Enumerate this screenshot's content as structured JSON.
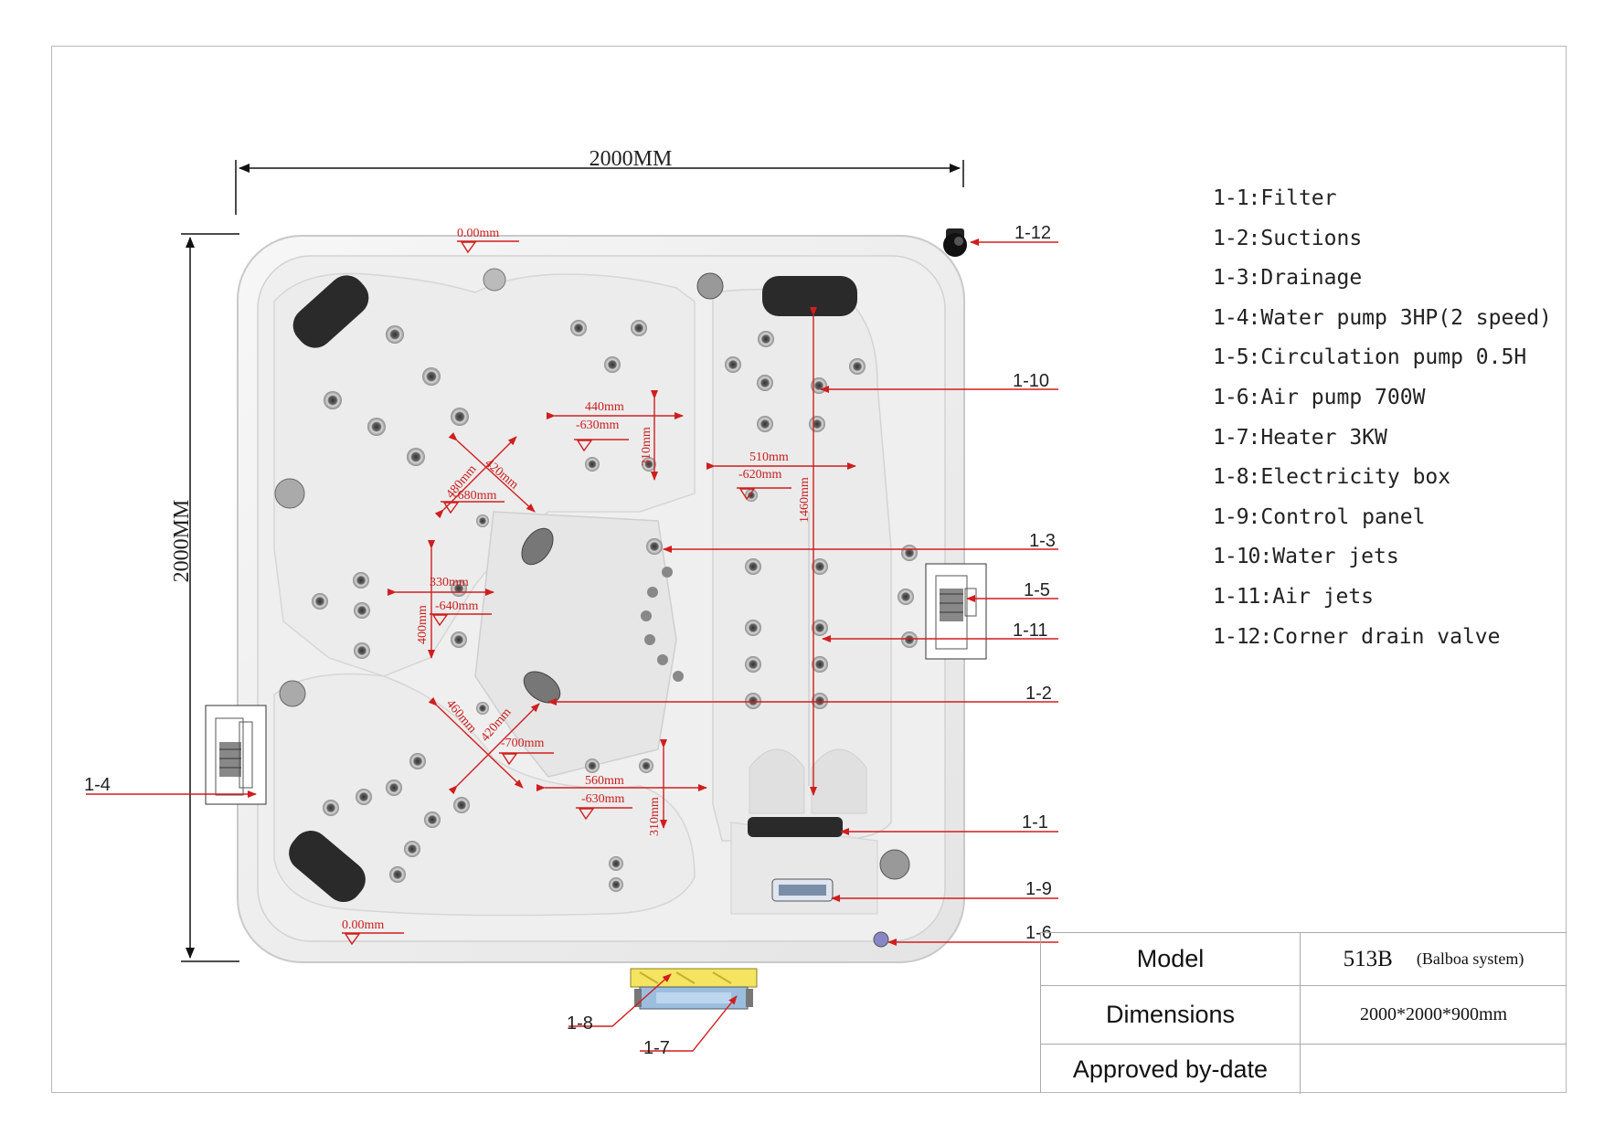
{
  "dimensions": {
    "width_label": "2000MM",
    "height_label": "2000MM"
  },
  "measurements": {
    "top_edge": "0.00mm",
    "bottom_edge": "0.00mm",
    "seat_tl_w": "480mm",
    "seat_tl_d": "420mm",
    "seat_tl_depth": "-680mm",
    "seat_top_w": "440mm",
    "seat_top_depth": "-630mm",
    "seat_top_h": "310mm",
    "lounger_w": "510mm",
    "lounger_depth": "-620mm",
    "lounger_len": "1460mm",
    "seat_left_w": "330mm",
    "seat_left_depth": "-640mm",
    "seat_left_h": "400mm",
    "seat_bl_w": "460mm",
    "seat_bl_d": "420mm",
    "seat_bl_depth": "-700mm",
    "seat_bot_w": "560mm",
    "seat_bot_depth": "-630mm",
    "seat_bot_h": "310mm"
  },
  "callouts": {
    "c1_1": "1-1",
    "c1_2": "1-2",
    "c1_3": "1-3",
    "c1_4": "1-4",
    "c1_5": "1-5",
    "c1_6": "1-6",
    "c1_7": "1-7",
    "c1_8": "1-8",
    "c1_9": "1-9",
    "c1_10": "1-10",
    "c1_11": "1-11",
    "c1_12": "1-12"
  },
  "legend": [
    {
      "key": "1-1",
      "label": "Filter"
    },
    {
      "key": "1-2",
      "label": "Suctions"
    },
    {
      "key": "1-3",
      "label": "Drainage"
    },
    {
      "key": "1-4",
      "label": "Water pump 3HP(2 speed)"
    },
    {
      "key": "1-5",
      "label": "Circulation pump 0.5H"
    },
    {
      "key": "1-6",
      "label": "Air pump 700W"
    },
    {
      "key": "1-7",
      "label": "Heater 3KW"
    },
    {
      "key": "1-8",
      "label": "Electricity box"
    },
    {
      "key": "1-9",
      "label": "Control panel"
    },
    {
      "key": "1-10",
      "label": "Water jets"
    },
    {
      "key": "1-11",
      "label": "Air jets"
    },
    {
      "key": "1-12",
      "label": "Corner drain valve"
    }
  ],
  "spec_table": {
    "model_label": "Model",
    "model_value": "513B",
    "model_note": "(Balboa system)",
    "dimensions_label": "Dimensions",
    "dimensions_value": "2000*2000*900mm",
    "approved_label": "Approved by-date",
    "approved_value": ""
  },
  "colors": {
    "annotation": "#d01e1e",
    "shell": "#f1f1f1",
    "headrest": "#2a2a2a",
    "electric_box": "#f6e96a",
    "heater": "#a9cbe6"
  }
}
